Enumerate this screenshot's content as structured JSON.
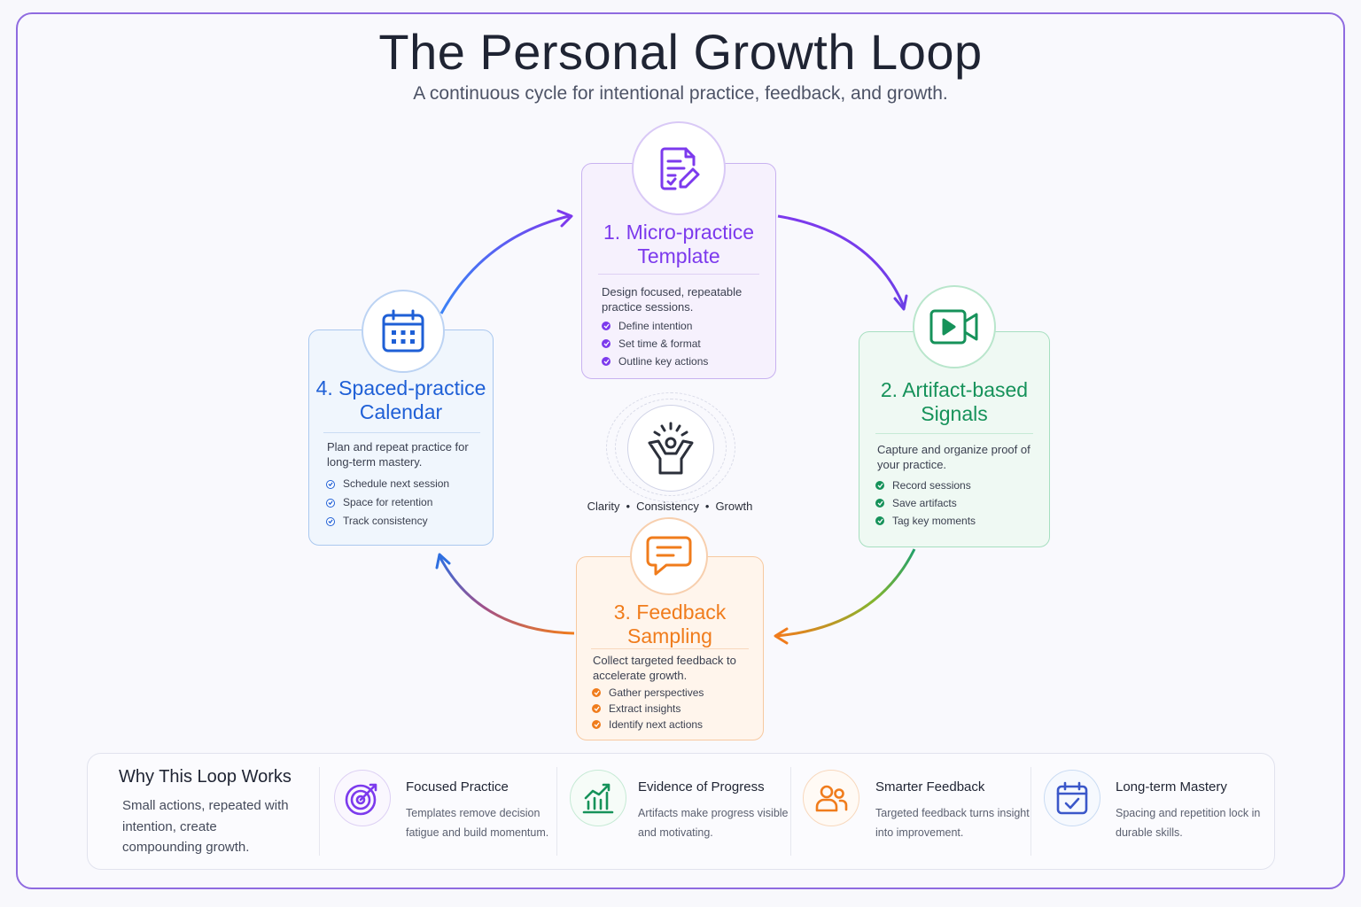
{
  "header": {
    "title": "The Personal Growth Loop",
    "subtitle": "A continuous cycle for intentional practice, feedback, and growth."
  },
  "colors": {
    "frame": "#8f6be0",
    "purple": "#7c3aed",
    "green": "#16925a",
    "orange": "#f07c1c",
    "blue": "#1e5fd6"
  },
  "steps": [
    {
      "title": "1. Micro-practice\nTemplate",
      "icon": "document-pen-icon",
      "description": "Design focused, repeatable practice sessions.",
      "items": [
        "Define intention",
        "Set time & format",
        "Outline key actions"
      ]
    },
    {
      "title": "2. Artifact-based\nSignals",
      "icon": "video-camera-icon",
      "description": "Capture and organize proof of your practice.",
      "items": [
        "Record sessions",
        "Save artifacts",
        "Tag key moments"
      ]
    },
    {
      "title": "3. Feedback\nSampling",
      "icon": "chat-bubble-icon",
      "description": "Collect targeted feedback to accelerate growth.",
      "items": [
        "Gather perspectives",
        "Extract insights",
        "Identify next actions"
      ]
    },
    {
      "title": "4. Spaced-practice\nCalendar",
      "icon": "calendar-icon",
      "description": "Plan and repeat practice for long-term mastery.",
      "items": [
        "Schedule next session",
        "Space for retention",
        "Track consistency"
      ]
    }
  ],
  "center": {
    "icon": "celebrating-person-icon",
    "words": [
      "Clarity",
      "Consistency",
      "Growth"
    ]
  },
  "why": {
    "title": "Why This Loop Works",
    "text": "Small actions, repeated with intention, create compounding growth."
  },
  "features": [
    {
      "icon": "target-icon",
      "title": "Focused Practice",
      "text": "Templates remove decision fatigue and build momentum."
    },
    {
      "icon": "bar-chart-icon",
      "title": "Evidence of Progress",
      "text": "Artifacts make progress visible and motivating."
    },
    {
      "icon": "users-icon",
      "title": "Smarter Feedback",
      "text": "Targeted feedback turns insight into improvement."
    },
    {
      "icon": "calendar-check-icon",
      "title": "Long-term Mastery",
      "text": "Spacing and repetition lock in durable skills."
    }
  ]
}
